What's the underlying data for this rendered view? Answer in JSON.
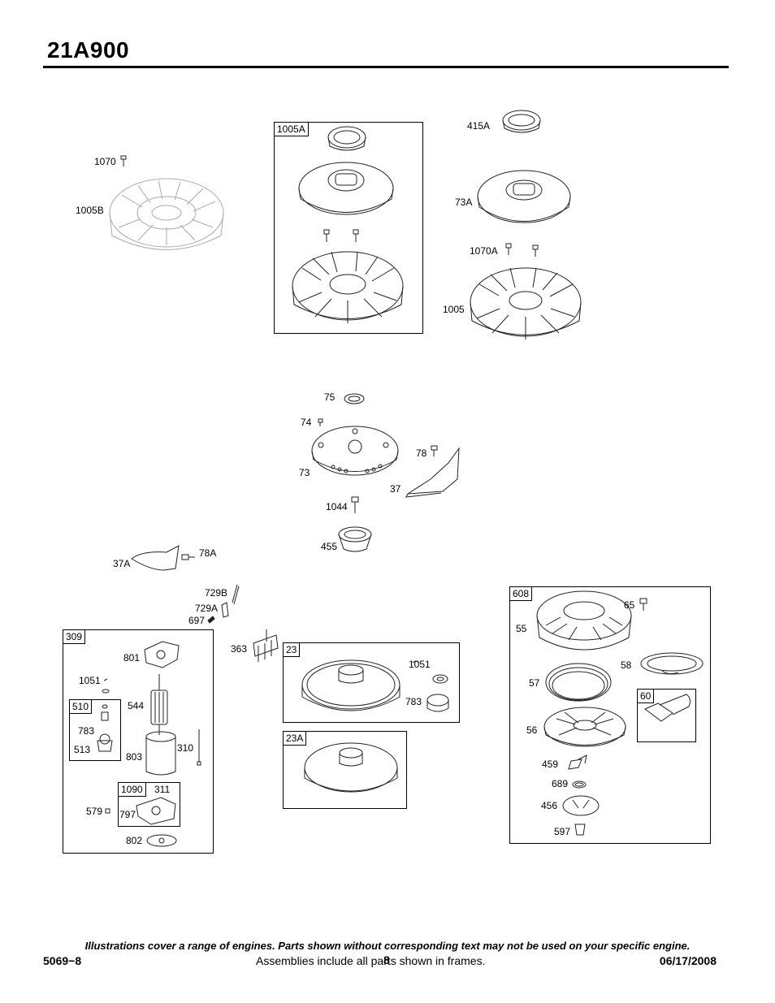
{
  "header": {
    "model": "21A900"
  },
  "frames": {
    "f1005A": "1005A",
    "f309": "309",
    "f510": "510",
    "f1090": "1090",
    "f23": "23",
    "f23A": "23A",
    "f608": "608",
    "f60": "60"
  },
  "parts": {
    "p1070": "1070",
    "p1005B": "1005B",
    "p415A": "415A",
    "p73A": "73A",
    "p1070A": "1070A",
    "p1005": "1005",
    "p75": "75",
    "p74": "74",
    "p78": "78",
    "p73": "73",
    "p37": "37",
    "p1044": "1044",
    "p455": "455",
    "p37A": "37A",
    "p78A": "78A",
    "p729B": "729B",
    "p729A": "729A",
    "p697": "697",
    "p363": "363",
    "p801": "801",
    "p1051a": "1051",
    "p544": "544",
    "p783a": "783",
    "p513": "513",
    "p803": "803",
    "p310": "310",
    "p311": "311",
    "p579": "579",
    "p797": "797",
    "p802": "802",
    "p1051b": "1051",
    "p783b": "783",
    "p65": "65",
    "p55": "55",
    "p58": "58",
    "p57": "57",
    "p56": "56",
    "p459": "459",
    "p689": "689",
    "p456": "456",
    "p597": "597"
  },
  "footer": {
    "note": "Illustrations cover a range of engines. Parts shown without corresponding text may not be used on your specific engine.",
    "doc_number": "5069−8",
    "assemblies_note": "Assemblies include all parts shown in frames.",
    "page_number": "8",
    "date": "06/17/2008"
  }
}
